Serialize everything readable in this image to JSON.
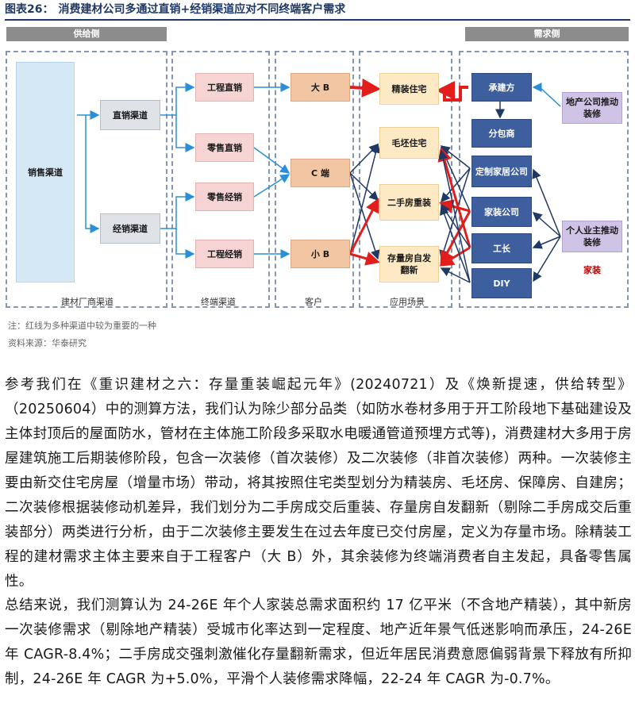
{
  "figure": {
    "label": "图表26：",
    "title": "消费建材公司多通过直销+经销渠道应对不同终端客户需求"
  },
  "headers": {
    "supply": "供给侧",
    "demand": "需求侧"
  },
  "zones": {
    "manufacturer": "建材厂商渠道",
    "terminal": "终端渠道",
    "customer": "客户",
    "scene": "应用场景",
    "home": "家装"
  },
  "nodes": {
    "sales_channel": "销售渠道",
    "direct_channel": "直销渠道",
    "dealer_channel": "经销渠道",
    "eng_direct": "工程直销",
    "retail_direct": "零售直销",
    "retail_dealer": "零售经销",
    "eng_dealer": "工程经销",
    "big_b": "大 B",
    "c_end": "C 端",
    "small_b": "小 B",
    "fine_house": "精装住宅",
    "rough_house": "毛坯住宅",
    "second_hand": "二手房重装",
    "stock_renovation": "存量房自发翻新",
    "contractor": "承建方",
    "subcontractor": "分包商",
    "custom_home": "定制家居公司",
    "home_deco_co": "家装公司",
    "worker": "工长",
    "diy": "DIY",
    "developer_push": "地产公司推动装修",
    "individual_push": "个人业主推动装修"
  },
  "notes": {
    "note": "注：红线为多种渠道中较为重要的一种",
    "source": "资料来源：华泰研究"
  },
  "paragraphs": [
    "参考我们在《重识建材之六：存量重装崛起元年》(20240721）及《焕新提速，供给转型》（20250604）中的测算方法，我们认为除少部分品类（如防水卷材多用于开工阶段地下基础建设及主体封顶后的屋面防水，管材在主体施工阶段多采取水电暖通管道预埋方式等)，消费建材大多用于房屋建筑施工后期装修阶段，包含一次装修（首次装修）及二次装修（非首次装修）两种。一次装修主要由新交住宅房屋（增量市场）带动，将其按照住宅类型划分为精装房、毛坯房、保障房、自建房；二次装修根据装修动机差异，我们划分为二手房成交后重装、存量房自发翻新（剔除二手房成交后重装部分）两类进行分析，由于二次装修主要发生在过去年度已交付房屋，定义为存量市场。除精装工程的建材需求主体主要来自于工程客户（大 B）外，其余装修为终端消费者自主发起，具备零售属性。",
    "总结来说，我们测算认为 24-26E 年个人家装总需求面积约 17 亿平米（不含地产精装），其中新房一次装修需求（剔除地产精装）受城市化率达到一定程度、地产近年景气低迷影响而承压，24-26E 年 CAGR-8.4%；二手房成交强刺激催化存量翻新需求，但近年居民消费意愿偏弱背景下释放有所抑制，24-26E 年 CAGR 为+5.0%，平滑个人装修需求降幅，22-24 年 CAGR 为-0.7%。"
  ],
  "colors": {
    "red_line": "#e31c1c",
    "navy_line": "#1f3864",
    "teal_line": "#2a8fd8"
  }
}
